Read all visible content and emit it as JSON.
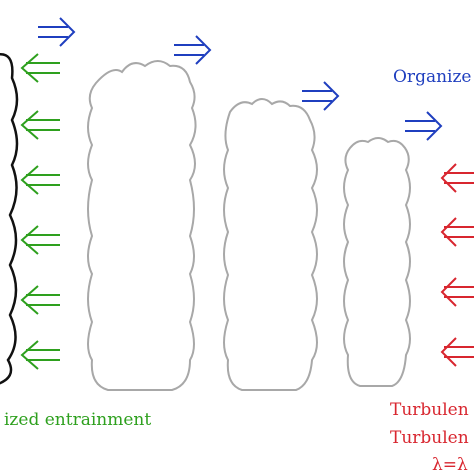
{
  "colors": {
    "background": "#ffffff",
    "cloud_active": "#111111",
    "cloud_inactive": "#a8a8a8",
    "organized_outflow": "#1f3fbf",
    "organized_entrainment": "#2ea01e",
    "turbulent": "#d8262f",
    "text_blue": "#1f3fbf",
    "text_green": "#2ea01e",
    "text_red": "#d8262f"
  },
  "icons": {
    "outflow_arrow": "double-arrow-right-icon",
    "entrainment_arrow": "arrow-left-icon",
    "turbulent_arrow": "double-headed-arrow-icon"
  },
  "labels": {
    "organized_outflow": "Organize",
    "organized_entrainment": "ized entrainment",
    "turbulent_1": "Turbulen",
    "turbulent_2": "Turbulen",
    "turbulent_3": "λ=λ"
  }
}
